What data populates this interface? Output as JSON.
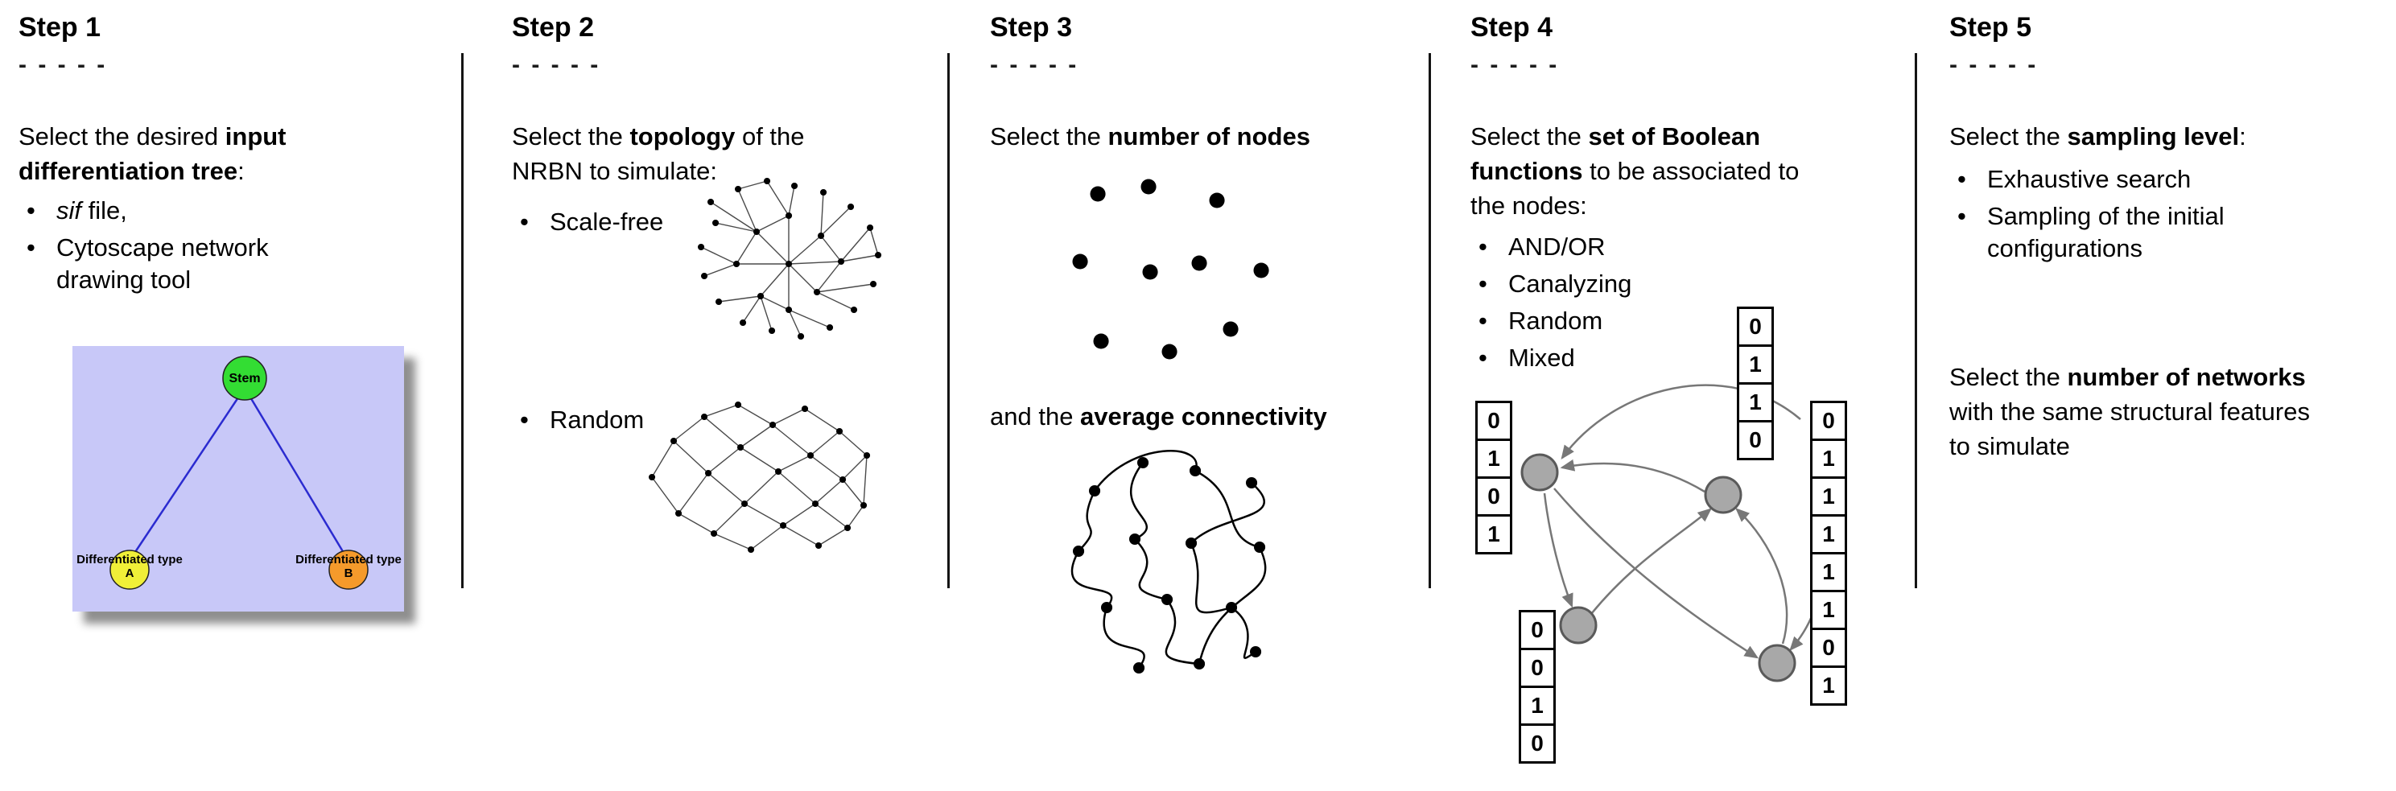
{
  "steps": [
    {
      "title": "Step 1",
      "separator": "- - - - -",
      "intro_pre": "Select the desired ",
      "intro_bold": "input differentiation tree",
      "intro_post": ":",
      "bullet_sif_italic": "sif",
      "bullet_sif_rest": " file,",
      "bullet_cytoscape": "Cytoscape network drawing tool",
      "tree": {
        "stem_label": "Stem",
        "type_a_label": "Differentiated type A",
        "type_b_label": "Differentiated type B",
        "background_color": "#c8c8f8",
        "stem_color": "#33dd33",
        "type_a_color": "#f0ef38",
        "type_b_color": "#f59a2b",
        "edge_color": "#2b2bd0"
      }
    },
    {
      "title": "Step 2",
      "separator": "- - - - -",
      "intro_pre": "Select the ",
      "intro_bold": "topology",
      "intro_post": " of the NRBN to simulate:",
      "bullets": [
        "Scale-free",
        "Random"
      ]
    },
    {
      "title": "Step 3",
      "separator": "- - - - -",
      "line1_pre": "Select the ",
      "line1_bold": "number of nodes",
      "line2_pre": "and the ",
      "line2_bold": "average connectivity"
    },
    {
      "title": "Step 4",
      "separator": "- - - - -",
      "intro_pre": "Select the ",
      "intro_bold": "set of Boolean functions",
      "intro_post": " to be associated to the nodes:",
      "bullets": [
        "AND/OR",
        "Canalyzing",
        "Random",
        "Mixed"
      ],
      "truth_tables": {
        "left": [
          "0",
          "1",
          "0",
          "1"
        ],
        "top": [
          "0",
          "1",
          "1",
          "0"
        ],
        "right": [
          "0",
          "1",
          "1",
          "1",
          "1",
          "1",
          "0",
          "1"
        ],
        "bottom": [
          "0",
          "0",
          "1",
          "0"
        ]
      }
    },
    {
      "title": "Step 5",
      "separator": "- - - - -",
      "intro_pre": "Select the ",
      "intro_bold": "sampling level",
      "intro_post": ":",
      "bullets": [
        "Exhaustive search",
        "Sampling of the initial configurations"
      ],
      "networks_pre": "Select the ",
      "networks_bold": "number of networks",
      "networks_post": " with the same structural features to simulate"
    }
  ]
}
